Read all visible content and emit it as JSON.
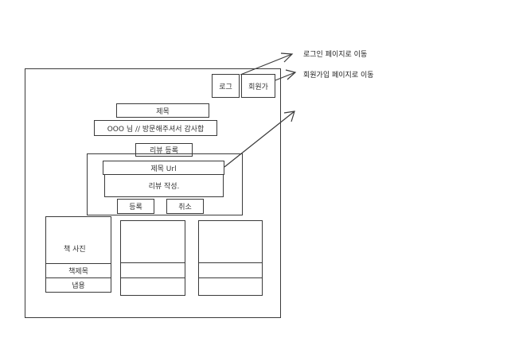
{
  "header": {
    "login_label": "로그",
    "signup_label": "회원가"
  },
  "main": {
    "title": "제목",
    "greeting": "OOO 님 // 방문해주셔서 감사합",
    "review_register": "리뷰 등록"
  },
  "review_form": {
    "title_input": "제목 Url",
    "content_input": "리뷰 작성.",
    "submit_label": "등록",
    "cancel_label": "취소"
  },
  "cards": [
    {
      "photo": "책 사진",
      "book_title": "책제목",
      "content": "냅용"
    },
    {
      "photo": "",
      "book_title": "",
      "content": ""
    },
    {
      "photo": "",
      "book_title": "",
      "content": ""
    }
  ],
  "annotations": {
    "login_note": "로그인 페이지로 이동",
    "signup_note": "회원가입 페이지로 이동"
  }
}
